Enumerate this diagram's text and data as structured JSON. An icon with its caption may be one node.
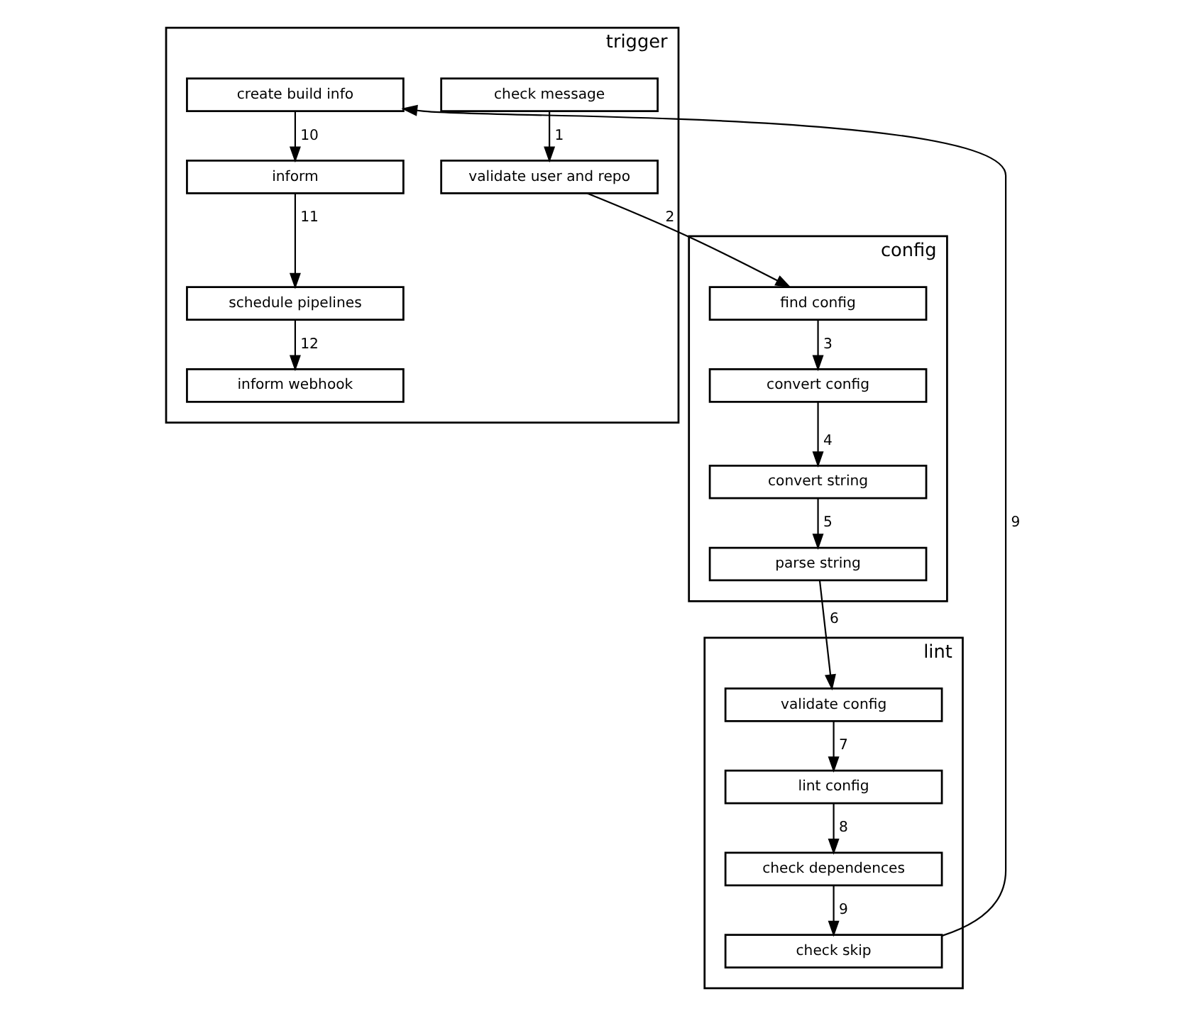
{
  "diagram": {
    "nodes": [
      {
        "text": [
          "trigger"
        ]
      },
      {
        "text": [
          "check message"
        ],
        "in": 0
      },
      {
        "text": [
          "validate user and repo"
        ],
        "in": 0
      },
      {
        "text": [
          "create build info"
        ],
        "in": 0
      },
      {
        "text": [
          "inform"
        ],
        "in": 0
      },
      {
        "text": [
          "schedule pipelines"
        ],
        "in": 0
      },
      {
        "text": [
          "inform webhook"
        ],
        "in": 0
      },
      {
        "text": [
          "config"
        ]
      },
      {
        "text": [
          "find config"
        ],
        "in": 7
      },
      {
        "text": [
          "convert config"
        ],
        "in": 7
      },
      {
        "text": [
          "convert string"
        ],
        "in": 7
      },
      {
        "text": [
          "parse string"
        ],
        "in": 7
      },
      {
        "text": [
          "lint"
        ]
      },
      {
        "text": [
          "validate config"
        ],
        "in": 12
      },
      {
        "text": [
          "lint config"
        ],
        "in": 12
      },
      {
        "text": [
          "check dependences"
        ],
        "in": 12
      },
      {
        "text": [
          "check skip"
        ],
        "in": 12
      }
    ],
    "edges": [
      {
        "from": 1,
        "to": 2,
        "arrow": "to",
        "label": "1"
      },
      {
        "from": 2,
        "to": 8,
        "arrow": "to",
        "label": "2"
      },
      {
        "from": 8,
        "to": 9,
        "arrow": "to",
        "label": "3"
      },
      {
        "from": 9,
        "to": 10,
        "arrow": "to",
        "label": "4"
      },
      {
        "from": 10,
        "to": 11,
        "arrow": "to",
        "label": "5"
      },
      {
        "from": 11,
        "to": 13,
        "arrow": "to",
        "label": "6"
      },
      {
        "from": 13,
        "to": 14,
        "arrow": "to",
        "label": "7"
      },
      {
        "from": 14,
        "to": 15,
        "arrow": "to",
        "label": "8"
      },
      {
        "from": 15,
        "to": 16,
        "arrow": "to",
        "label": "9"
      },
      {
        "from": 16,
        "to": 3,
        "arrow": "to",
        "label": "9"
      },
      {
        "from": 3,
        "to": 4,
        "arrow": "to",
        "label": "10"
      },
      {
        "from": 4,
        "to": 5,
        "arrow": "to",
        "label": "11"
      },
      {
        "from": 5,
        "to": 6,
        "arrow": "to",
        "label": "12"
      }
    ]
  }
}
